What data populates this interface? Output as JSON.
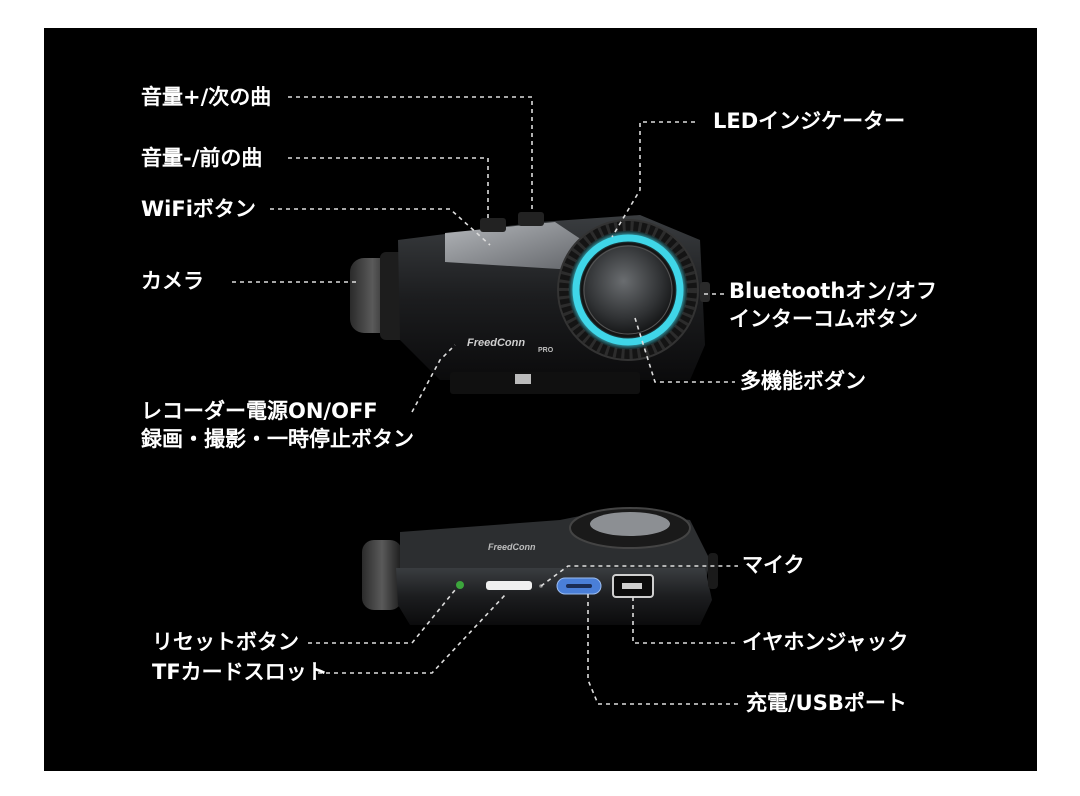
{
  "callouts": {
    "vol_up": "音量+/次の曲",
    "vol_down": "音量-/前の曲",
    "wifi": "WiFiボタン",
    "camera": "カメラ",
    "led": "LEDインジケーター",
    "bt_line1": "Bluetoothオン/オフ",
    "bt_line2": "インターコムボタン",
    "multi": "多機能ボダン",
    "rec_line1": "レコーダー電源ON/OFF",
    "rec_line2": "録画・撮影・一時停止ボタン",
    "mic": "マイク",
    "reset": "リセットボタン",
    "tf": "TFカードスロット",
    "earphone": "イヤホンジャック",
    "charge": "充電/USBポート"
  },
  "device": {
    "brand": "FreedConn",
    "model_badge": "PRO"
  },
  "colors": {
    "background": "#000000",
    "page": "#ffffff",
    "led_ring": "#3fd6e8",
    "usb_port": "#4a7fd8",
    "label_text": "#ffffff"
  }
}
